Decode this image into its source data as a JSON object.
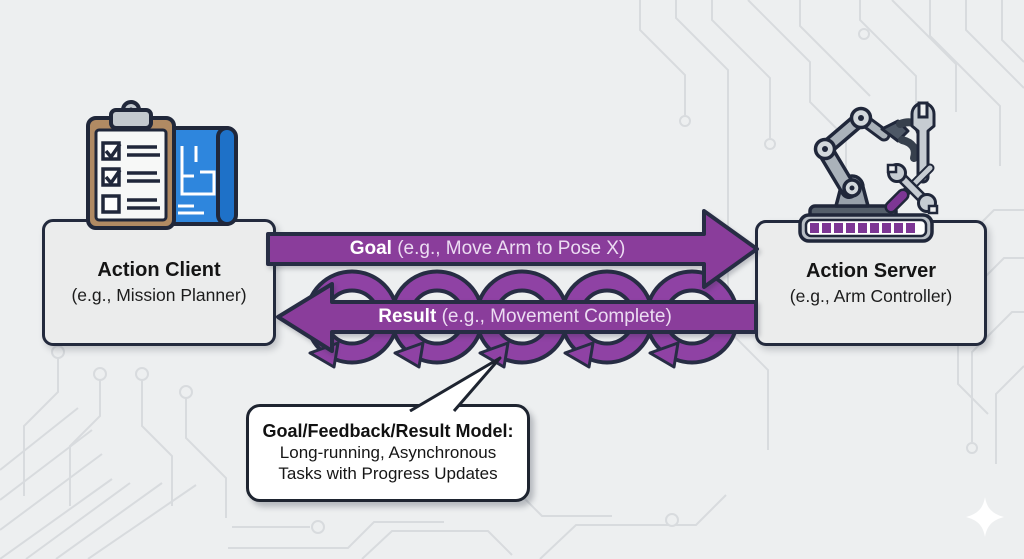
{
  "palette": {
    "background": "#edeff0",
    "trace": "#d8dbde",
    "outline_dark": "#272d44",
    "arrow_purple": "#8a3d9b",
    "loop_purple": "#8f42a4",
    "box_fill": "#ebecec",
    "bubble_fill": "#ffffff",
    "arrow_text_bold": "#ffffff",
    "arrow_text_rest": "#ecdcf2"
  },
  "nodes": {
    "client": {
      "title": "Action Client",
      "subtitle": "(e.g., Mission Planner)",
      "icons": [
        "clipboard-checklist-icon",
        "blueprint-icon"
      ]
    },
    "server": {
      "title": "Action Server",
      "subtitle": "(e.g., Arm Controller)",
      "icons": [
        "robot-arm-icon",
        "wrench-icon",
        "crossed-tools-icon",
        "progress-bar-icon"
      ]
    }
  },
  "arrows": {
    "goal": {
      "bold": "Goal",
      "rest": " (e.g., Move Arm to Pose X)",
      "direction": "right"
    },
    "result": {
      "bold": "Result",
      "rest": " (e.g., Movement Complete)",
      "direction": "left",
      "feedback_loops": 5
    }
  },
  "callout": {
    "title": "Goal/Feedback/Result Model:",
    "line1": "Long-running, Asynchronous",
    "line2": "Tasks with Progress Updates"
  },
  "decorations": [
    "circuit-traces",
    "sparkle-icon"
  ]
}
